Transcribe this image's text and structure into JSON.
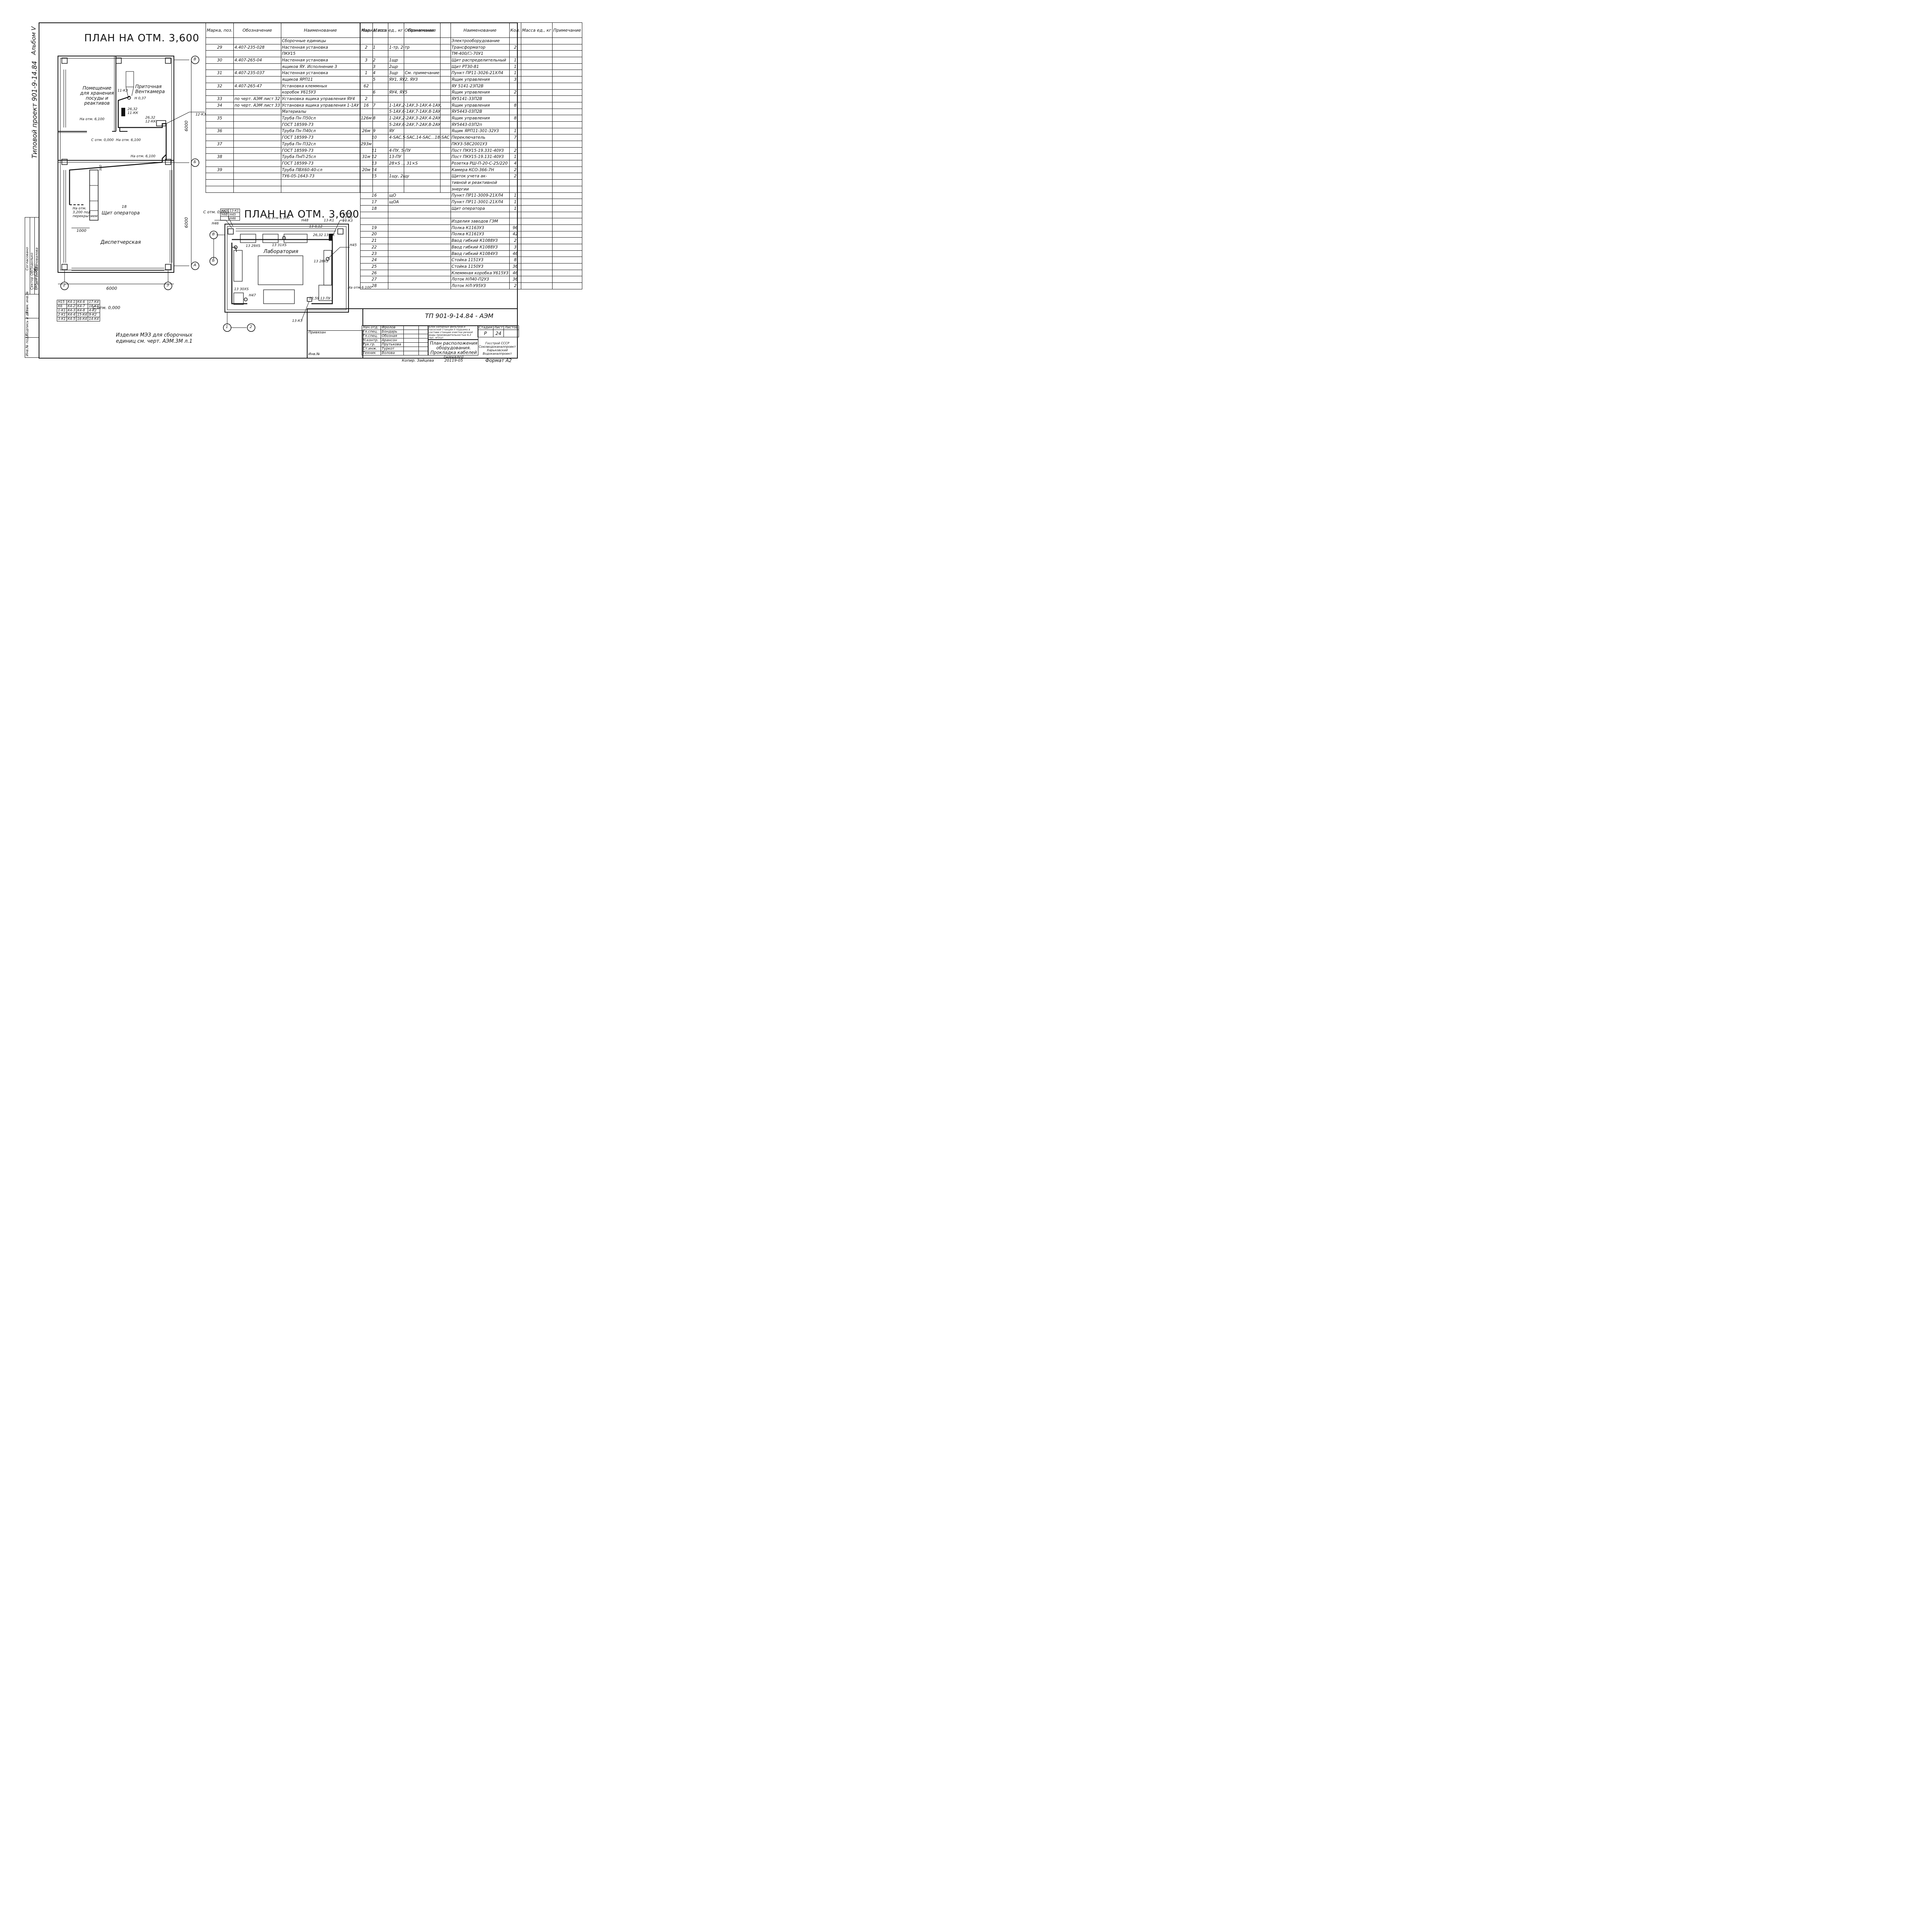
{
  "margin": {
    "album": "Альбом V",
    "project": "Типовой проект 901-9-14.84",
    "agreed": "Согласовано",
    "stamp_rows": [
      {
        "dept": "Сектор ОВ",
        "name": "Подолько"
      },
      {
        "dept": "Сектор СПС",
        "name": "Кот"
      },
      {
        "dept": "Отдел ВиК-1",
        "name": "Шаповалова"
      }
    ],
    "side_cols": [
      "Инв.№ подл.",
      "Подпись и дата",
      "Взам. инв.№"
    ]
  },
  "plan1": {
    "title": "ПЛАН НА ОТМ. 3,600",
    "room_storage": "Помещение для хранения посуды и реактивов",
    "room_vent": "Приточная Венткамера",
    "room_dispatch": "Диспетчерская",
    "operator_panel": "Щит оператора",
    "panel_num": "18",
    "dims": {
      "d6000_bottom": "6000",
      "d6000_right_top": "6000",
      "d6000_right_bottom": "6000",
      "d1000": "1000",
      "d500": "500"
    },
    "axes": {
      "B": "В",
      "B6": "Б",
      "A": "А",
      "n2": "2",
      "n3": "3"
    },
    "labels": [
      "На отм. 6,100",
      "С отм. 0,000",
      "На отм. 6,100",
      "На отм. 6,100",
      "На отм. 3,200 под перекрытием",
      "26,32",
      "11-КК",
      "26,32",
      "12-КК",
      "Н 0,37",
      "11-К3",
      "12-К3"
    ],
    "bottom_legend": "С отм. 0,000",
    "cable_table": [
      [
        "Н15",
        "К4-1",
        "К4-6",
        "17-К4"
      ],
      [
        "К6",
        "К4-2",
        "К4-7",
        "18-К4"
      ],
      [
        "1-К1",
        "К4-3",
        "К4-8",
        "4-К2"
      ],
      [
        "2-К1",
        "К4-4",
        "15-К4",
        "9-К2"
      ],
      [
        "3-К1",
        "К4-5",
        "16-К4",
        "14-К4"
      ]
    ],
    "note": "Изделия МЭЗ для сборочных единиц см. черт. АЭМ.3М л.1"
  },
  "plan2": {
    "title": "ПЛАН НА ОТМ. 3,600",
    "room": "Лаборатория",
    "legend": "С отм. 0,000",
    "legend_items": [
      "Н47",
      "13-К1",
      "Н48",
      "Н45",
      "Н46"
    ],
    "labels": [
      "На отм 6.100",
      "Н48",
      "13-К1",
      "13 0,12",
      "26,32 13-КК",
      "13 29XS",
      "13 31XS",
      "Н45",
      "13 28XS",
      "На отм 6.100",
      "13 30XS",
      "Н47",
      "12,59 13 ПУ",
      "13-К3",
      "13-К1 13-К2 13-К3",
      "Н46"
    ],
    "axes": {
      "V": "В",
      "B": "Б",
      "n1": "1",
      "n2": "2"
    }
  },
  "spec_left": {
    "headers": [
      "Марка, поз.",
      "Обозначение",
      "Наименование",
      "Кол.",
      "Масса ед., кг",
      "Примечание"
    ],
    "rows": [
      [
        "",
        "",
        "Сборочные единицы",
        "",
        "",
        ""
      ],
      [
        "29",
        "4.407-235-028",
        "Настенная установка",
        "2",
        "",
        ""
      ],
      [
        "",
        "",
        "ПКУ15",
        "",
        "",
        ""
      ],
      [
        "30",
        "4.407-265-04",
        "Настенная установка",
        "3",
        "",
        ""
      ],
      [
        "",
        "",
        "ящиков ЯУ. Исполнение 3",
        "",
        "",
        ""
      ],
      [
        "31",
        "4.407-235-037",
        "Настенная установка",
        "1",
        "",
        "См. примечание"
      ],
      [
        "",
        "",
        "ящиков ЯРП11",
        "",
        "",
        ""
      ],
      [
        "32",
        "4.407-265-47",
        "Установка клеммных",
        "62",
        "",
        ""
      ],
      [
        "",
        "",
        "коробок У615У3",
        "",
        "",
        ""
      ],
      [
        "33",
        "по черт. АЭМ лист 32",
        "Установка ящика управления ЯУ4",
        "2",
        "",
        ""
      ],
      [
        "34",
        "по черт. АЭМ лист 33",
        "Установка ящика управления 1-1АУ",
        "16",
        "",
        ""
      ],
      [
        "",
        "",
        "Материалы",
        "",
        "",
        ""
      ],
      [
        "35",
        "",
        "Труба Пн П50сл",
        "126м",
        "",
        ""
      ],
      [
        "",
        "",
        "ГОСТ 18599-73",
        "",
        "",
        ""
      ],
      [
        "36",
        "",
        "Труба Пн П40сл",
        "26м",
        "",
        ""
      ],
      [
        "",
        "",
        "ГОСТ 18599-73",
        "",
        "",
        ""
      ],
      [
        "37",
        "",
        "Труба Пн П32сл",
        "293м",
        "",
        ""
      ],
      [
        "",
        "",
        "ГОСТ 18599-73",
        "",
        "",
        ""
      ],
      [
        "38",
        "",
        "Труба ПнП-25сл",
        "31м",
        "",
        ""
      ],
      [
        "",
        "",
        "ГОСТ 18599-73",
        "",
        "",
        ""
      ],
      [
        "39",
        "",
        "Труба ПВХ60-40-сл",
        "20м",
        "",
        ""
      ],
      [
        "",
        "",
        "ТУ6-05-1643-73",
        "",
        "",
        ""
      ],
      [
        "",
        "",
        "",
        "",
        "",
        ""
      ],
      [
        "",
        "",
        "",
        "",
        "",
        ""
      ]
    ]
  },
  "spec_right": {
    "headers": [
      "Марка, поз.",
      "Обозначение",
      "Наименование",
      "Кол.",
      "Масса ед., кг",
      "Примечание"
    ],
    "rows": [
      [
        "",
        "",
        "Электрооборудование",
        "",
        "",
        ""
      ],
      [
        "1",
        "1-тр, 2-тр",
        "Трансформатор",
        "2",
        "",
        ""
      ],
      [
        "",
        "",
        "ТМ-400/☐-70У1",
        "",
        "",
        ""
      ],
      [
        "2",
        "1щр",
        "Щит распределительный",
        "1",
        "",
        ""
      ],
      [
        "3",
        "2щр",
        "Щит РТ30-81",
        "1",
        "",
        ""
      ],
      [
        "4",
        "3щр",
        "Пункт ПР11-3026-21ХЛ4",
        "1",
        "",
        ""
      ],
      [
        "5",
        "ЯУ1, ЯУ2, ЯУ3",
        "Ящик управления",
        "3",
        "",
        ""
      ],
      [
        "",
        "",
        "ЯУ 5141-23П2В",
        "",
        "",
        ""
      ],
      [
        "6",
        "ЯУ4, ЯУ5",
        "Ящик управления",
        "2",
        "",
        ""
      ],
      [
        "",
        "",
        "ЯУ5141-33П2В",
        "",
        "",
        ""
      ],
      [
        "7",
        "1-1АУ,2-1АУ,3-1АУ,4-1АУ,",
        "Ящик управления",
        "8",
        "",
        ""
      ],
      [
        "",
        "5-1АУ,6-1АУ,7-1АУ,8-1АУ",
        "ЯУ5443-03П2В",
        "",
        "",
        ""
      ],
      [
        "8",
        "1-2АУ,2-2АУ,3-2АУ,4-2АУ",
        "Ящик управления",
        "8",
        "",
        ""
      ],
      [
        "",
        "5-2АУ,6-2АУ,7-2АУ,8-2АУ",
        "ЯУ5443-03П2п",
        "",
        "",
        ""
      ],
      [
        "9",
        "ЯУ",
        "Ящик ЯРП11-301-32У3",
        "1",
        "",
        ""
      ],
      [
        "10",
        "4-SAC,5-SAC,14-SAC...18-SAC",
        "Переключатель",
        "7",
        "",
        ""
      ],
      [
        "",
        "",
        "ПКУ3-58С2001У3",
        "",
        "",
        ""
      ],
      [
        "11",
        "4-ПУ, 5-ПУ",
        "Пост ПКУ15-19.331-40У3",
        "2",
        "",
        ""
      ],
      [
        "12",
        "13-ПУ",
        "Пост ПКУ15-19.131-40У3",
        "1",
        "",
        ""
      ],
      [
        "13",
        "28×S ... 31×S",
        "Розетка РШ-П-20-С-25/220",
        "4",
        "",
        ""
      ],
      [
        "14",
        "",
        "Камера КСО-366-7Н",
        "2",
        "",
        ""
      ],
      [
        "15",
        "1щу, 2щу",
        "Щиток учета ак-",
        "2",
        "",
        ""
      ],
      [
        "",
        "",
        "тивной и реактивной",
        "",
        "",
        ""
      ],
      [
        "",
        "",
        "энергии",
        "",
        "",
        ""
      ],
      [
        "16",
        "щО",
        "Пункт ПР11-3009-21ХЛ4",
        "1",
        "",
        ""
      ],
      [
        "17",
        "щОА",
        "Пункт ПР11-3001-21ХЛ4",
        "1",
        "",
        ""
      ],
      [
        "18",
        "",
        "Щит оператора",
        "1",
        "",
        ""
      ],
      [
        "",
        "",
        "",
        "",
        "",
        ""
      ],
      [
        "",
        "",
        "Изделия заводов ГЭМ",
        "",
        "",
        ""
      ],
      [
        "19",
        "",
        "Полка К1163У3",
        "96",
        "",
        ""
      ],
      [
        "20",
        "",
        "Полка К1161У3",
        "42",
        "",
        ""
      ],
      [
        "21",
        "",
        "Ввод гибкий К1088У3",
        "2",
        "",
        ""
      ],
      [
        "22",
        "",
        "Ввод гибкий К1088У3",
        "3",
        "",
        ""
      ],
      [
        "23",
        "",
        "Ввод гибкий К1084У3",
        "46",
        "",
        ""
      ],
      [
        "24",
        "",
        "Стойка 1151У3",
        "8",
        "",
        ""
      ],
      [
        "25",
        "",
        "Стойка 1150У3",
        "36",
        "",
        ""
      ],
      [
        "26",
        "",
        "Клеммная коробка У615У3",
        "46",
        "",
        ""
      ],
      [
        "27",
        "",
        "Лоток НЛ40-П2У3",
        "36",
        "",
        ""
      ],
      [
        "28",
        "",
        "Лоток НЛ-У95У3",
        "2",
        "",
        ""
      ]
    ]
  },
  "title_block": {
    "code": "ТП 901-9-14.84 - АЭМ",
    "attached": "Привязан",
    "inv": "Инв.№",
    "roles": [
      {
        "role": "Нач.отд.",
        "name": "Фролов"
      },
      {
        "role": "Гл.спец.",
        "name": "Бондарь"
      },
      {
        "role": "Гл.спец.",
        "name": "Обозная"
      },
      {
        "role": "Н.контр.",
        "name": "Арансон"
      },
      {
        "role": "Рук.гр.",
        "name": "Прутькова"
      },
      {
        "role": "Ст.инж.",
        "name": "Туркот"
      },
      {
        "role": "Техник",
        "name": "Волова"
      }
    ],
    "object": "Блок напорных фильтров и насосной станции II подъема в составе станции очистки речной воды производительностью 6,3 тыс. м³/сут",
    "sheet_title": "План расположения оборудования. Прокладка кабелей (начало)",
    "stage_label": "Стадия",
    "sheet_label": "Лист",
    "sheets_label": "Листов",
    "stage": "Р",
    "sheet": "24",
    "org": "Госстрой СССР Союзводоканалпроект Харьковский Водоканалпроект",
    "copied": "Копир. Зайцева",
    "number": "20119-05",
    "format": "Формат А2"
  }
}
